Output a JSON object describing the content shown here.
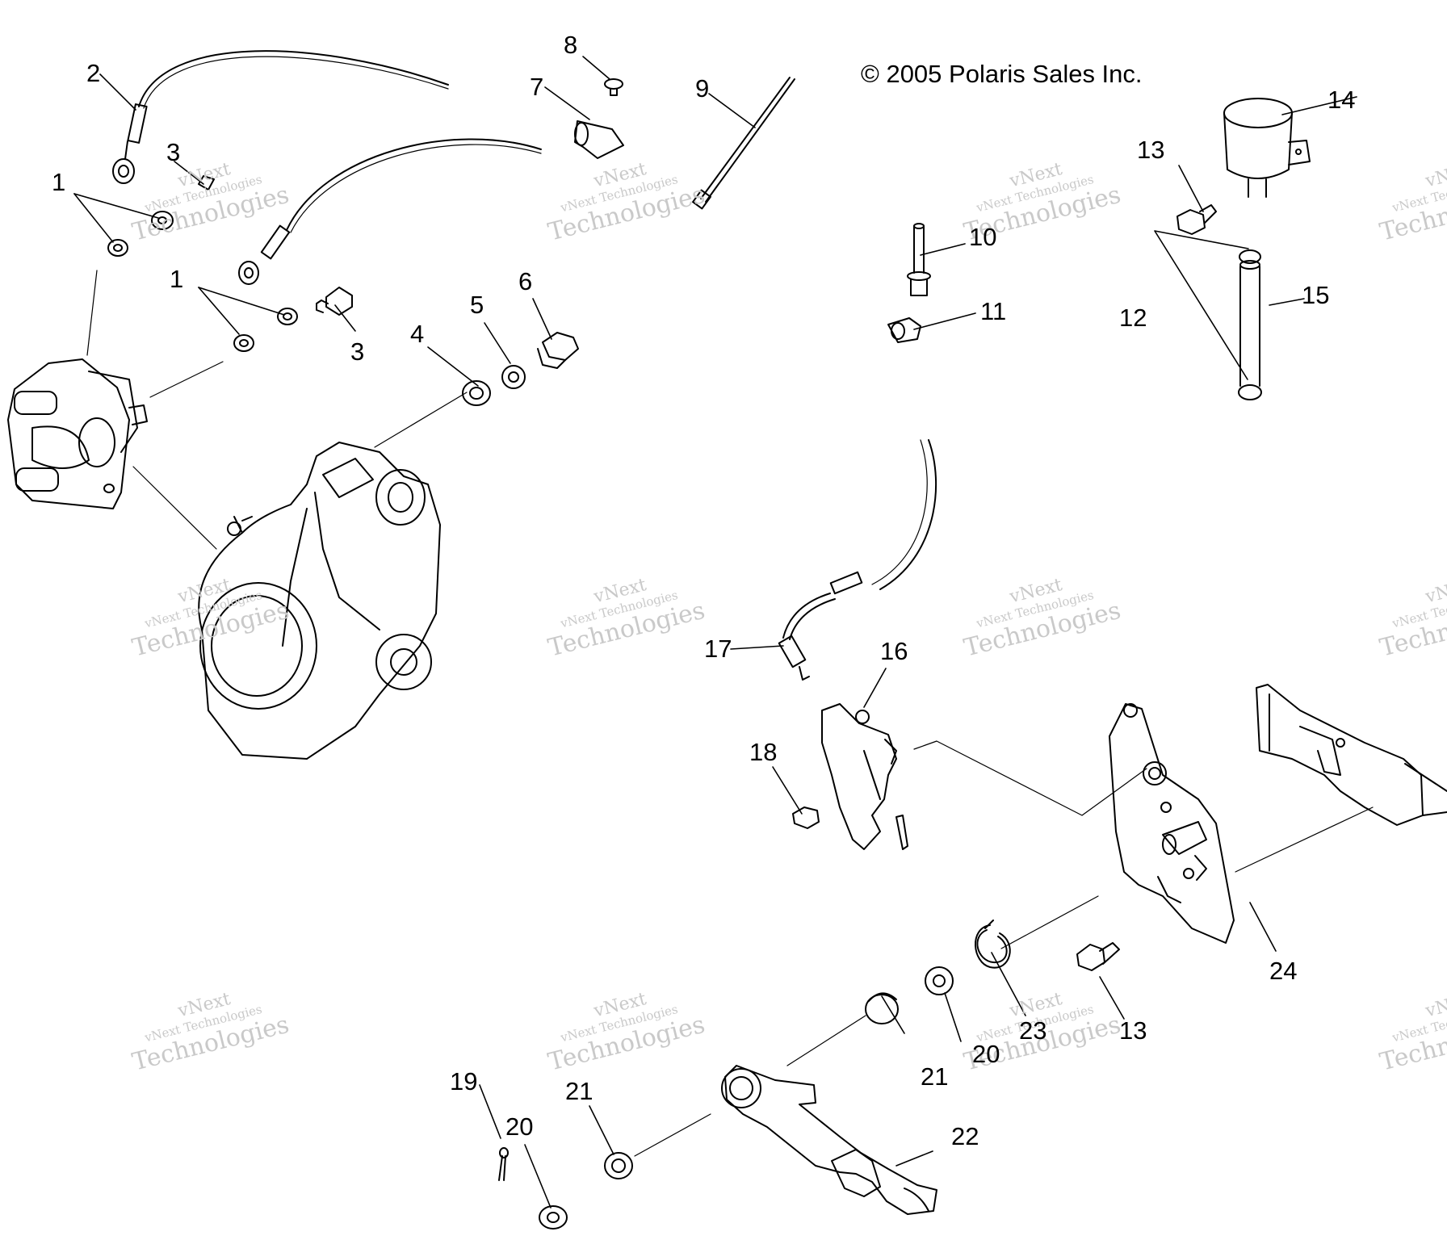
{
  "copyright": "© 2005 Polaris Sales Inc.",
  "watermark": {
    "line1": "vNext",
    "line2": "vNext Technologies",
    "line3": "Technologies"
  },
  "callouts": [
    {
      "id": "c1a",
      "text": "1"
    },
    {
      "id": "c1b",
      "text": "1"
    },
    {
      "id": "c2",
      "text": "2"
    },
    {
      "id": "c3a",
      "text": "3"
    },
    {
      "id": "c3b",
      "text": "3"
    },
    {
      "id": "c4",
      "text": "4"
    },
    {
      "id": "c5",
      "text": "5"
    },
    {
      "id": "c6",
      "text": "6"
    },
    {
      "id": "c7",
      "text": "7"
    },
    {
      "id": "c8",
      "text": "8"
    },
    {
      "id": "c9",
      "text": "9"
    },
    {
      "id": "c10",
      "text": "10"
    },
    {
      "id": "c11",
      "text": "11"
    },
    {
      "id": "c12",
      "text": "12"
    },
    {
      "id": "c13a",
      "text": "13"
    },
    {
      "id": "c13b",
      "text": "13"
    },
    {
      "id": "c14",
      "text": "14"
    },
    {
      "id": "c15",
      "text": "15"
    },
    {
      "id": "c16",
      "text": "16"
    },
    {
      "id": "c17",
      "text": "17"
    },
    {
      "id": "c18",
      "text": "18"
    },
    {
      "id": "c19",
      "text": "19"
    },
    {
      "id": "c20a",
      "text": "20"
    },
    {
      "id": "c20b",
      "text": "20"
    },
    {
      "id": "c21a",
      "text": "21"
    },
    {
      "id": "c21b",
      "text": "21"
    },
    {
      "id": "c22",
      "text": "22"
    },
    {
      "id": "c23",
      "text": "23"
    },
    {
      "id": "c24",
      "text": "24"
    }
  ]
}
